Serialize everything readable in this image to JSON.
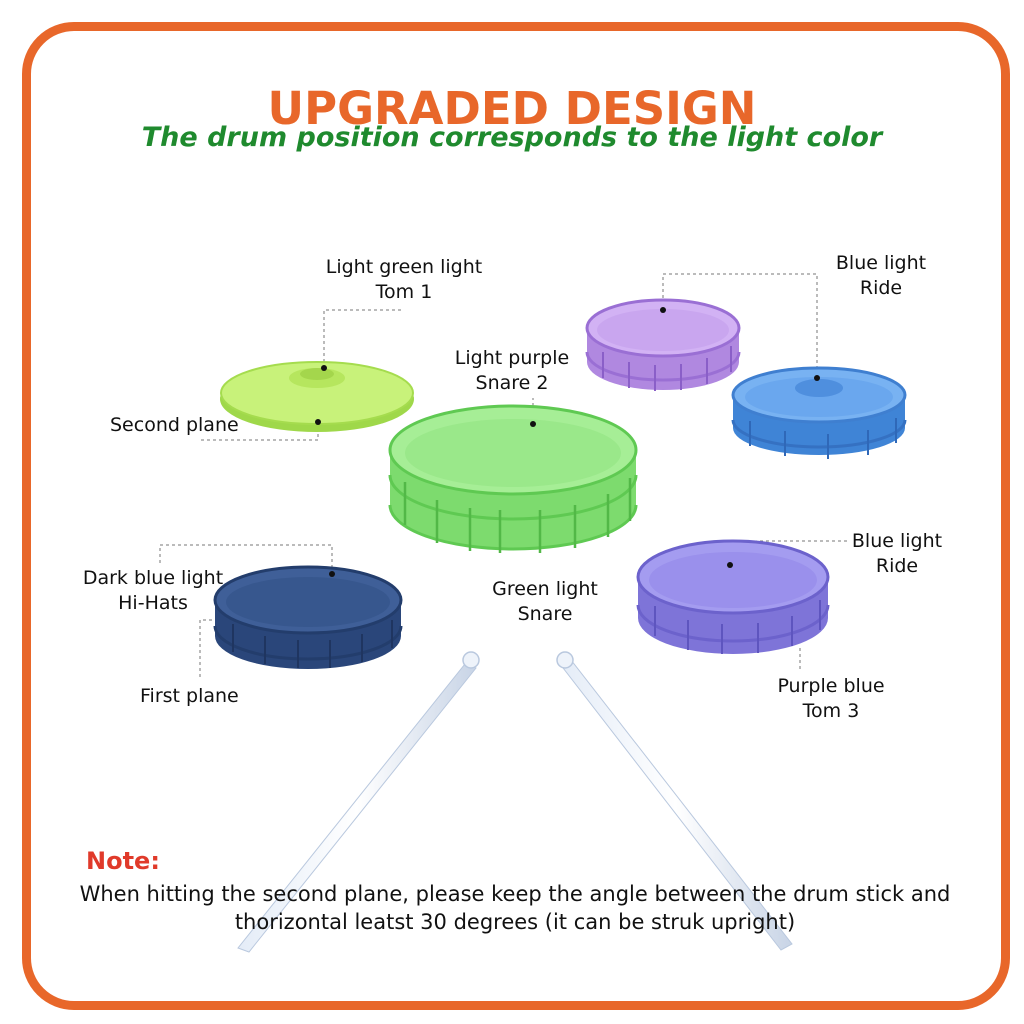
{
  "header": {
    "title": "UPGRADED DESIGN",
    "subtitle": "The drum position corresponds to the light color"
  },
  "colors": {
    "border": "#e8672a",
    "title": "#e8672a",
    "subtitle": "#1f8a2e",
    "note": "#e03a2a",
    "light_green": "#b4ec5c",
    "green": "#7ae070",
    "purple": "#b98ce8",
    "blue": "#4a94e6",
    "dark_blue": "#2f4f86",
    "purple_blue": "#8f86e6"
  },
  "labels": {
    "tom1": {
      "line1": "Light green light",
      "line2": "Tom 1"
    },
    "second_plane": "Second plane",
    "snare2": {
      "line1": "Light purple",
      "line2": "Snare 2"
    },
    "ride_top": {
      "line1": "Blue light",
      "line2": "Ride"
    },
    "hihats": {
      "line1": "Dark blue light",
      "line2": "Hi-Hats"
    },
    "first_plane": "First plane",
    "snare": {
      "line1": "Green light",
      "line2": "Snare"
    },
    "ride_bottom": {
      "line1": "Blue light",
      "line2": "Ride"
    },
    "tom3": {
      "line1": "Purple blue",
      "line2": "Tom 3"
    }
  },
  "note": {
    "title": "Note:",
    "line1": "When hitting the second plane, please keep the angle between the drum stick and",
    "line2": "thorizontal leatst 30 degrees (it can be struk upright)"
  }
}
